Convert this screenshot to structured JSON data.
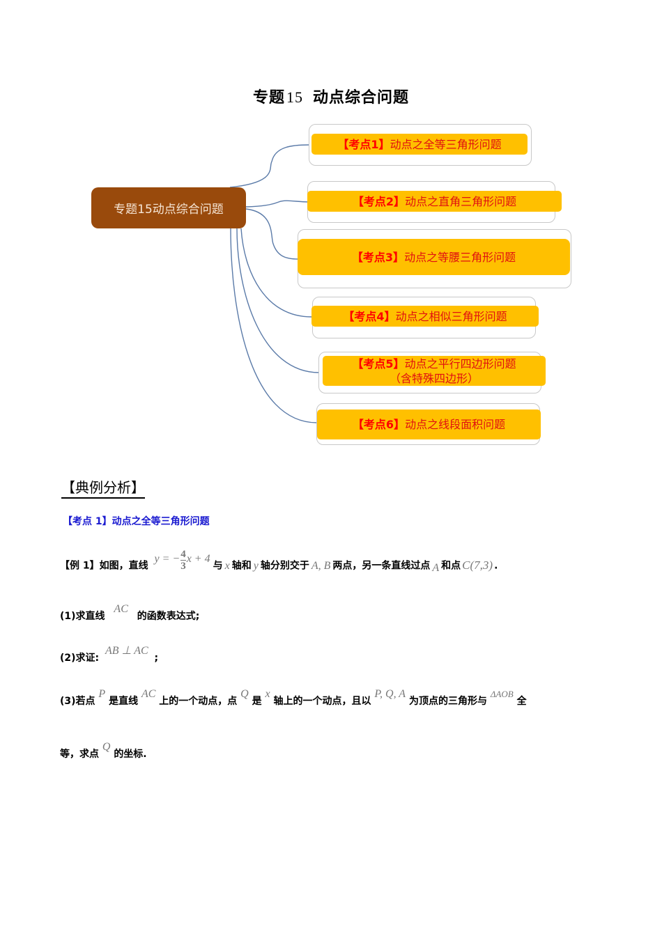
{
  "document": {
    "title_prefix": "专题",
    "title_number": "15",
    "title_text": "动点综合问题"
  },
  "mindmap": {
    "root": "专题15动点综合问题",
    "root_color": "#994a0c",
    "pill_color": "#ffc000",
    "label_color": "#ff0000",
    "connector_color": "#5a7aa8",
    "nodes": [
      {
        "tag": "【考点1】",
        "text": "动点之全等三角形问题"
      },
      {
        "tag": "【考点2】",
        "text": "动点之直角三角形问题"
      },
      {
        "tag": "【考点3】",
        "text": "动点之等腰三角形问题"
      },
      {
        "tag": "【考点4】",
        "text": "动点之相似三角形问题"
      },
      {
        "tag": "【考点5】",
        "text": "动点之平行四边形问题",
        "text2": "（含特殊四边形）"
      },
      {
        "tag": "【考点6】",
        "text": "动点之线段面积问题"
      }
    ]
  },
  "section": {
    "title": "【典例分析】",
    "kaodian_heading": "【考点 1】动点之全等三角形问题",
    "kaodian_color": "#1a1ad0"
  },
  "example": {
    "label": "【例 1】",
    "intro_1": "如图，直线",
    "eq_lhs": "y = −",
    "eq_num": "4",
    "eq_den": "3",
    "eq_rhs": "x + 4",
    "intro_2": "与",
    "var_x": "x",
    "intro_3": "轴和",
    "var_y": "y",
    "intro_4": "轴分别交于",
    "pts_AB": "A, B",
    "intro_5": "两点，另一条直线过点",
    "pt_A": "A",
    "intro_6": "和点",
    "pt_C": "C(7,3)",
    "intro_end": ".",
    "q1_label": "(1)求直线",
    "q1_var": "AC",
    "q1_rest": "的函数表达式;",
    "q2_label": "(2)求证:",
    "q2_expr": "AB ⊥ AC",
    "q2_end": ";",
    "q3_label": "(3)若点",
    "q3_P": "P",
    "q3_a": "是直线",
    "q3_AC": "AC",
    "q3_b": "上的一个动点，点",
    "q3_Q": "Q",
    "q3_c": "是",
    "q3_x": "x",
    "q3_d": "轴上的一个动点，且以",
    "q3_PQA": "P, Q, A",
    "q3_e": "为顶点的三角形与",
    "q3_AOB": "ΔAOB",
    "q3_f": "全",
    "q3_line2_a": "等，求点",
    "q3_line2_Q": "Q",
    "q3_line2_b": "的坐标."
  }
}
